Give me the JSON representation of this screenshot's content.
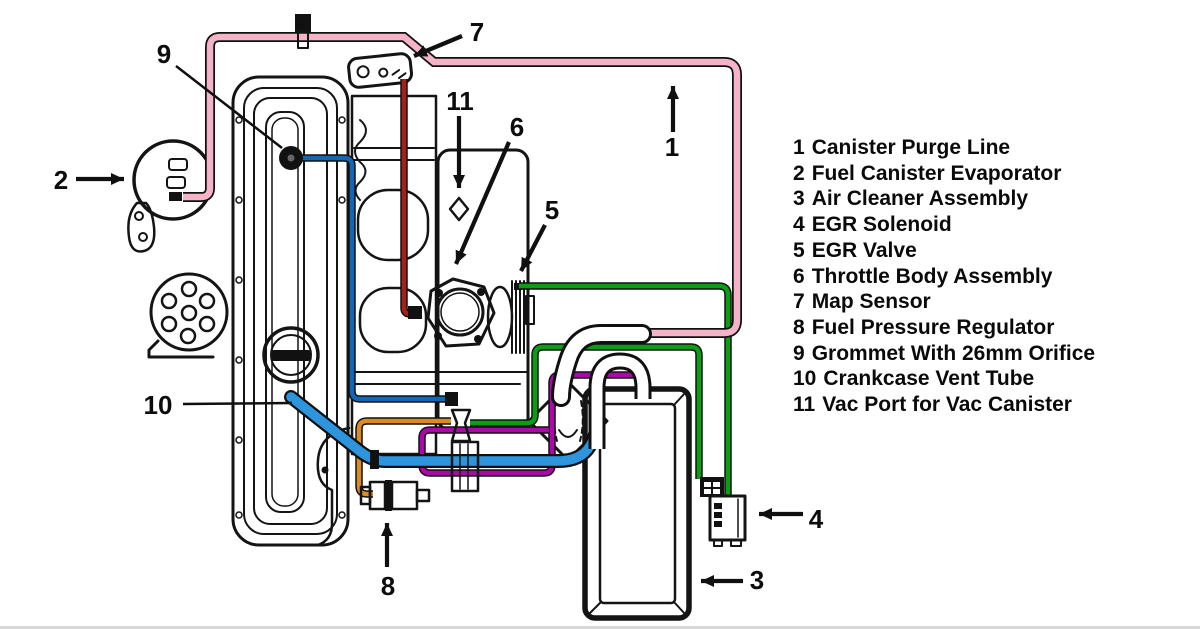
{
  "legend": {
    "items": [
      {
        "num": "1",
        "label": "Canister Purge Line"
      },
      {
        "num": "2",
        "label": "Fuel Canister Evaporator"
      },
      {
        "num": "3",
        "label": "Air Cleaner Assembly"
      },
      {
        "num": "4",
        "label": "EGR Solenoid"
      },
      {
        "num": "5",
        "label": "EGR Valve"
      },
      {
        "num": "6",
        "label": "Throttle Body Assembly"
      },
      {
        "num": "7",
        "label": "Map Sensor"
      },
      {
        "num": "8",
        "label": "Fuel Pressure Regulator"
      },
      {
        "num": "9",
        "label": "Grommet With 26mm Orifice"
      },
      {
        "num": "10",
        "label": "Crankcase Vent Tube"
      },
      {
        "num": "11",
        "label": "Vac Port for Vac Canister"
      }
    ]
  },
  "callouts": {
    "c1": "1",
    "c2": "2",
    "c3": "3",
    "c4": "4",
    "c5": "5",
    "c6": "6",
    "c7": "7",
    "c8": "8",
    "c9": "9",
    "c10": "10",
    "c11": "11"
  },
  "colors": {
    "canister_purge_line": "#f5b3c8",
    "map_sensor_line": "#a6201a",
    "grommet_vacuum_line": "#1465b4",
    "egr_vacuum_line": "#0a9e14",
    "transducer_line": "#ab07ab",
    "regulator_line": "#d98b26",
    "crankcase_vent_tube": "#2d95dd",
    "line_art": "#141414"
  }
}
